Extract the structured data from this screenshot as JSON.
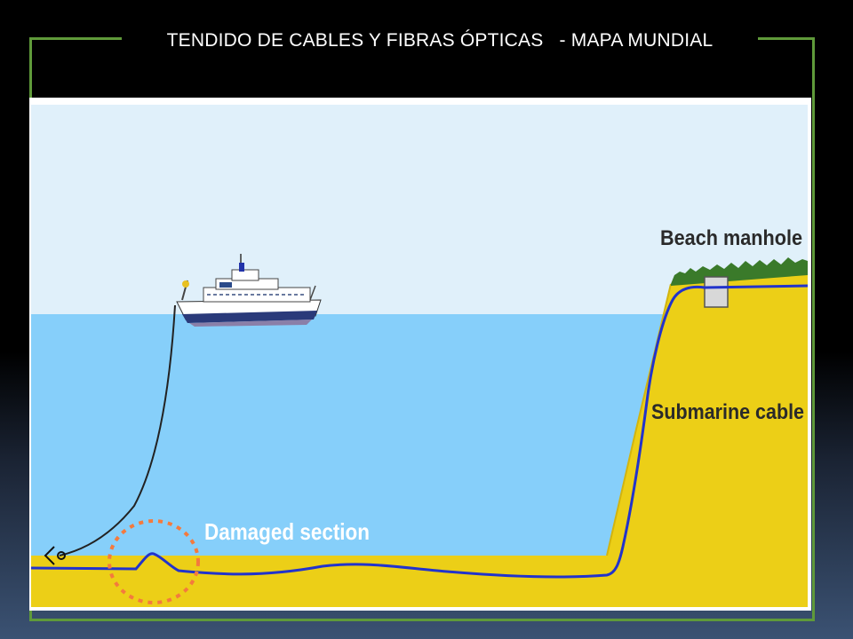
{
  "slide": {
    "title": "TENDIDO DE CABLES Y FIBRAS ÓPTICAS   - MAPA MUNDIAL"
  },
  "diagram": {
    "labels": {
      "beach_manhole": "Beach manhole",
      "submarine_cable": "Submarine cable",
      "damaged_section": "Damaged section"
    },
    "colors": {
      "sky": "#e0f0fa",
      "sea": "#86cffa",
      "land": "#eccf17",
      "cable": "#2233cc",
      "damage_circle": "#f47a3d",
      "frame": "#5f9a3a",
      "grass": "#3a7a2a"
    }
  }
}
